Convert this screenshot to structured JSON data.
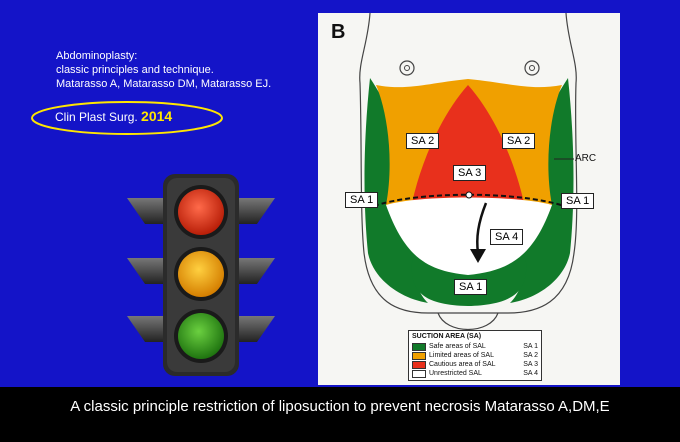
{
  "reference": {
    "lines": [
      "Abdominoplasty:",
      "classic principles and technique.",
      "Matarasso A, Matarasso DM, Matarasso EJ."
    ],
    "journal": "Clin Plast Surg.",
    "year": "2014"
  },
  "figure": {
    "panel_letter": "B",
    "arc_label": "ARC",
    "zones": {
      "sa1_left": "SA 1",
      "sa1_right": "SA 1",
      "sa1_bottom": "SA 1",
      "sa2_left": "SA 2",
      "sa2_right": "SA 2",
      "sa3": "SA 3",
      "sa4": "SA 4"
    },
    "legend": {
      "title": "SUCTION AREA (SA)",
      "items": [
        {
          "label": "Safe areas of SAL",
          "code": "SA 1",
          "color": "#117a2a"
        },
        {
          "label": "Limited areas of SAL",
          "code": "SA 2",
          "color": "#f0a000"
        },
        {
          "label": "Cautious area of SAL",
          "code": "SA 3",
          "color": "#e8301c"
        },
        {
          "label": "Unrestricted SAL",
          "code": "SA 4",
          "color": "#ffffff"
        }
      ]
    }
  },
  "caption": "A classic principle restriction of liposuction to prevent necrosis Matarasso A,DM,E",
  "colors": {
    "slide_background": "#1414c8",
    "year": "#ffe600",
    "traffic_red": "#e33214",
    "traffic_amber": "#f0a000",
    "traffic_green": "#2c9a1c"
  }
}
